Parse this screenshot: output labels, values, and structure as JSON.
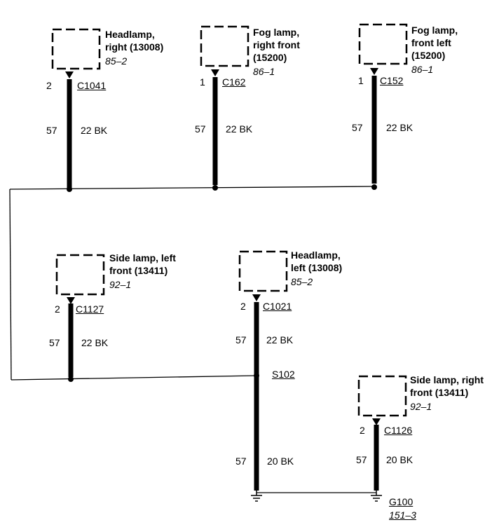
{
  "components": [
    {
      "title_lines": [
        "Headlamp,",
        "right (13008)"
      ],
      "ref": "85–2",
      "pin": "2",
      "connector": "C1041",
      "circuit": "57",
      "wire": "22 BK"
    },
    {
      "title_lines": [
        "Fog lamp,",
        "right front",
        "(15200)"
      ],
      "ref": "86–1",
      "pin": "1",
      "connector": "C162",
      "circuit": "57",
      "wire": "22 BK"
    },
    {
      "title_lines": [
        "Fog lamp,",
        "front left",
        "(15200)"
      ],
      "ref": "86–1",
      "pin": "1",
      "connector": "C152",
      "circuit": "57",
      "wire": "22 BK"
    },
    {
      "title_lines": [
        "Side lamp, left",
        "front (13411)"
      ],
      "ref": "92–1",
      "pin": "2",
      "connector": "C1127",
      "circuit": "57",
      "wire": "22 BK"
    },
    {
      "title_lines": [
        "Headlamp,",
        "left (13008)"
      ],
      "ref": "85–2",
      "pin": "2",
      "connector": "C1021",
      "circuit": "57",
      "wire": "22 BK"
    },
    {
      "title_lines": [
        "Side lamp, right",
        "front (13411)"
      ],
      "ref": "92–1",
      "pin": "2",
      "connector": "C1126",
      "circuit": "57",
      "wire": "20 BK"
    }
  ],
  "splice": {
    "label": "S102"
  },
  "lower_left": {
    "circuit": "57",
    "wire": "20 BK"
  },
  "ground": {
    "label": "G100",
    "ref": "151–3"
  }
}
